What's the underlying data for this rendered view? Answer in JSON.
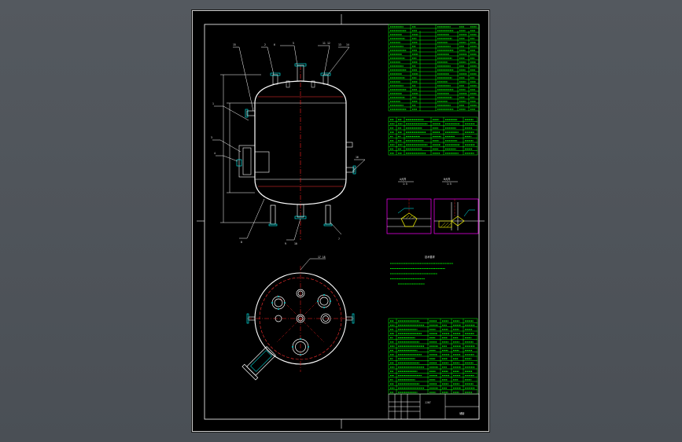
{
  "drawing": {
    "background": "#4e5359",
    "sheet_color": "#000000",
    "line_colors": {
      "outline": "#ffffff",
      "center": "#ff2020",
      "table": "#00ff00",
      "weld": "#ff00ff",
      "hatch": "#ffff00",
      "label": "#00ffff"
    },
    "weld_section_left_label": "A大样",
    "weld_section_left_scale": "1:5",
    "weld_section_right_label": "B大样",
    "weld_section_right_scale": "1:5",
    "notes_title": "技术要求",
    "nozzle_label_top": "17  18",
    "title_block_name": "储罐",
    "title_block_code": "JJ07",
    "callouts_front": [
      "15",
      "2",
      "6",
      "5",
      "11",
      "12",
      "13",
      "14",
      "1",
      "3",
      "4",
      "8",
      "9",
      "10",
      "7",
      "16"
    ]
  }
}
